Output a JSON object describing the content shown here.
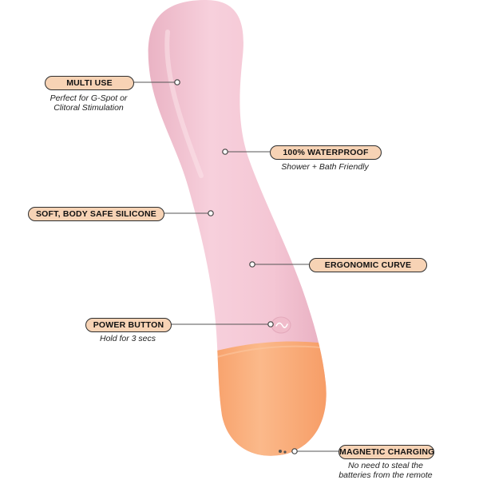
{
  "colors": {
    "body_pink": "#f4c6d4",
    "body_pink_shade": "#eab3c4",
    "tip_orange": "#f7a26c",
    "tip_orange_light": "#fbb98a",
    "pill_fill": "#f7d3b5",
    "line": "#555555"
  },
  "callouts": {
    "multi_use": {
      "label": "MULTI USE",
      "line1": "Perfect for G-Spot or",
      "line2": "Clitoral Stimulation"
    },
    "waterproof": {
      "label": "100% WATERPROOF",
      "line1": "Shower + Bath Friendly"
    },
    "silicone": {
      "label": "SOFT, BODY SAFE SILICONE"
    },
    "ergonomic": {
      "label": "ERGONOMIC CURVE"
    },
    "power": {
      "label": "POWER BUTTON",
      "line1": "Hold for 3 secs"
    },
    "charging": {
      "label": "MAGNETIC CHARGING",
      "line1": "No need to steal the",
      "line2": "batteries from the remote"
    }
  }
}
